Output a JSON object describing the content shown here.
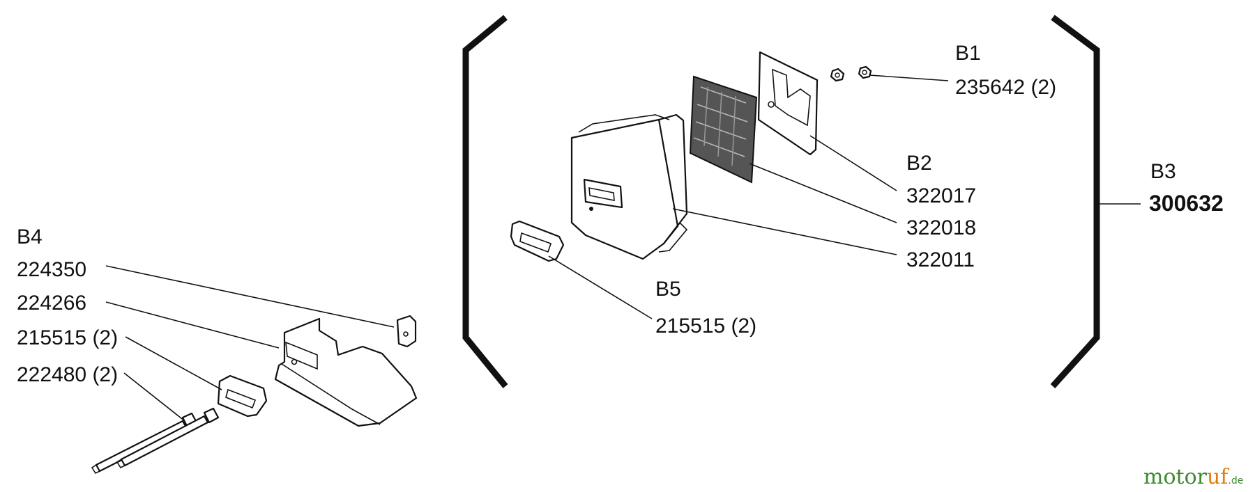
{
  "labels": {
    "b1_letter": "B1",
    "b1_part": "235642 (2)",
    "b2_letter": "B2",
    "b2_part_a": "322017",
    "b2_part_b": "322018",
    "b2_part_c": "322011",
    "b3_letter": "B3",
    "b3_part": "300632",
    "b4_letter": "B4",
    "b4_part_a": "224350",
    "b4_part_b": "224266",
    "b4_part_c": "215515 (2)",
    "b4_part_d": "222480 (2)",
    "b5_letter": "B5",
    "b5_part": "215515 (2)"
  },
  "watermark": {
    "brand_a": "motor",
    "brand_b": "uf",
    "tld": ".de",
    "brand_a_color": "#3c8a2e",
    "brand_b_color": "#e07d10"
  }
}
